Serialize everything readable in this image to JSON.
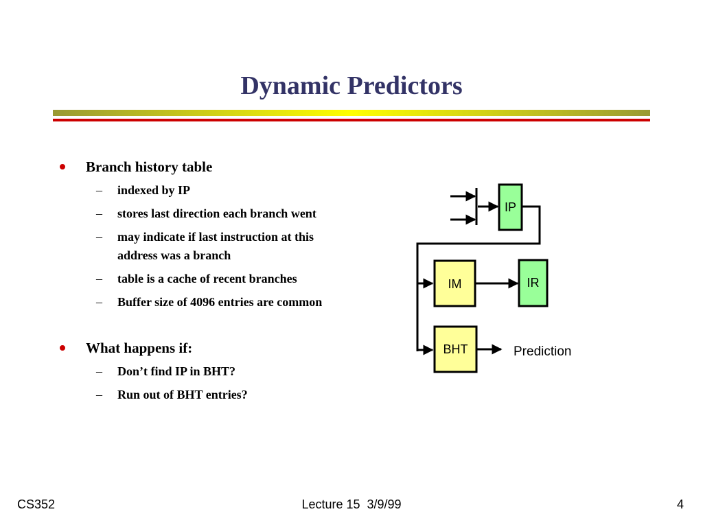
{
  "slide": {
    "title": "Dynamic Predictors"
  },
  "bullets": [
    {
      "text": "Branch history table",
      "subitems": [
        "indexed by IP",
        "stores last direction each branch went",
        "may indicate if last instruction at this address was a branch",
        "table is a cache of recent branches",
        "Buffer size of 4096 entries are common"
      ]
    },
    {
      "text": "What happens if:",
      "subitems": [
        "Don’t find IP in BHT?",
        "Run out of BHT entries?"
      ]
    }
  ],
  "diagram": {
    "ip_label": "IP",
    "im_label": "IM",
    "ir_label": "IR",
    "bht_label": "BHT",
    "prediction_label": "Prediction"
  },
  "colors": {
    "title": "#333366",
    "bullet": "#cc0000",
    "register_fill": "#99ff99",
    "memory_fill": "#ffff99",
    "rule_olive": "#999933",
    "rule_yellow": "#ffff00",
    "rule_red": "#cc0000"
  },
  "footer": {
    "course": "CS352",
    "lecture": "Lecture 15  3/9/99",
    "page": "4"
  }
}
